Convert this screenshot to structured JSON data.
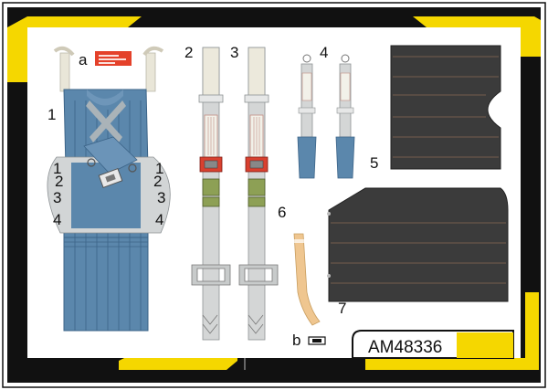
{
  "sheet": {
    "product_code": "AM48336",
    "labels": {
      "part_1": "1",
      "part_2": "2",
      "part_3": "3",
      "part_4": "4",
      "part_5": "5",
      "part_6": "6",
      "part_7": "7",
      "part_a": "a",
      "part_b": "b"
    },
    "strap_numbers": [
      "1",
      "2",
      "3",
      "4"
    ]
  },
  "colors": {
    "frame_yellow": "#f5d700",
    "frame_black": "#111111",
    "harness_blue": "#5b87ac",
    "strap_grey": "#d4d6d6",
    "pad_dark": "#3b3b3b",
    "placard_red": "#e4412a",
    "tan": "#efc690"
  },
  "icons": {
    "buckle": "buckle-icon",
    "placard": "placard-icon"
  }
}
